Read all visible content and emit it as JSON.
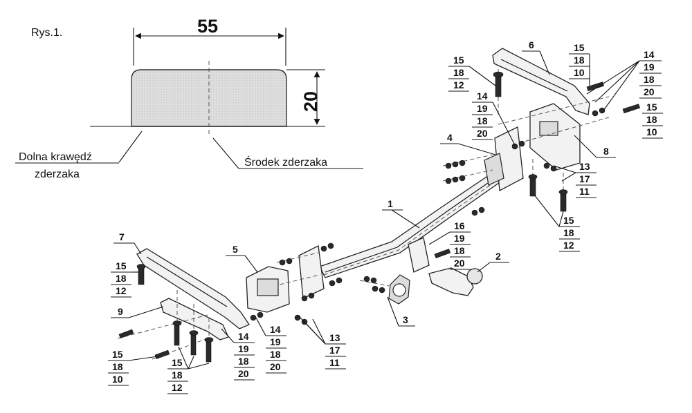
{
  "figure_label": "Rys.1.",
  "profile": {
    "width_dim": "55",
    "height_dim": "20",
    "label_bottom_edge": [
      "Dolna krawędź",
      "zderzaka"
    ],
    "label_center": "Środek zderzaka"
  },
  "callouts": {
    "part1": "1",
    "part2": "2",
    "part3": "3",
    "part4": "4",
    "part5": "5",
    "part6": "6",
    "part7": "7",
    "part8": "8",
    "part9": "9",
    "stack_tl": [
      "15",
      "18",
      "12"
    ],
    "stack_top_mid": [
      "14",
      "19",
      "18",
      "20"
    ],
    "stack_top_r1": [
      "15",
      "18",
      "10"
    ],
    "stack_top_r2": [
      "14",
      "19",
      "18",
      "20"
    ],
    "stack_top_r3": [
      "15",
      "18",
      "10"
    ],
    "stack_mid_r1": [
      "13",
      "17",
      "11"
    ],
    "stack_mid_r2": [
      "15",
      "18",
      "12"
    ],
    "stack_ball": [
      "16",
      "19",
      "18",
      "20"
    ],
    "stack_left_a": [
      "15",
      "18",
      "12"
    ],
    "stack_left_b": [
      "15",
      "18",
      "10"
    ],
    "stack_left_c": [
      "15",
      "18",
      "12"
    ],
    "stack_bot_1": [
      "14",
      "19",
      "18",
      "20"
    ],
    "stack_bot_2": [
      "14",
      "19",
      "18",
      "20"
    ],
    "stack_bot_3": [
      "13",
      "17",
      "11"
    ]
  }
}
